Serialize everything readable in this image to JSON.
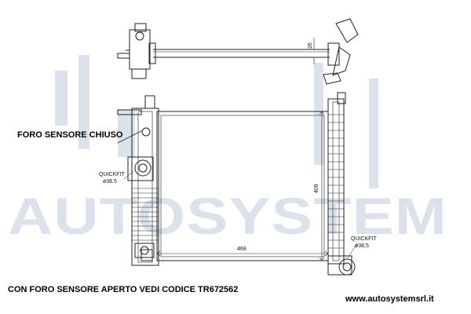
{
  "labels": {
    "foro_sensore": "FORO SENSORE CHIUSO",
    "bottom_note": "CON FORO SENSORE APERTO VEDI CODICE TR672562",
    "website": "www.autosystemsrl.it",
    "watermark": "AUTOSYSTEM"
  },
  "dimensions": {
    "tube_diameter": "26",
    "height": "409",
    "width": "468",
    "quickfit_left": "QUICKFIT",
    "quickfit_left_size": "ø38.5",
    "quickfit_right": "QUICKFIT",
    "quickfit_right_size": "ø38,5"
  },
  "colors": {
    "line": "#222222",
    "watermark": "#dbe2ec"
  }
}
